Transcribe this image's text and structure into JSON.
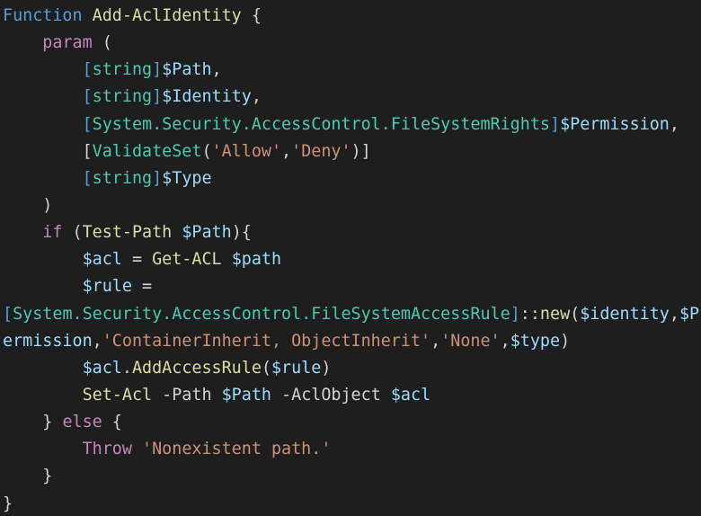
{
  "colors": {
    "background": "#1e1e1e",
    "keyword": "#569cd6",
    "control": "#c586c0",
    "function_name": "#dcdcaa",
    "type": "#4ec9b0",
    "type_bracket": "#569cd6",
    "variable": "#9cdcfe",
    "string": "#ce9178",
    "text": "#d4d4d4"
  },
  "code": {
    "lines": [
      {
        "tokens": [
          {
            "text": "Function",
            "kind": "keyword"
          },
          {
            "text": " ",
            "kind": "text"
          },
          {
            "text": "Add-AclIdentity",
            "kind": "function_name"
          },
          {
            "text": " {",
            "kind": "text"
          }
        ]
      },
      {
        "tokens": [
          {
            "text": "    ",
            "kind": "text"
          },
          {
            "text": "param",
            "kind": "control"
          },
          {
            "text": " (",
            "kind": "text"
          }
        ]
      },
      {
        "tokens": [
          {
            "text": "        ",
            "kind": "text"
          },
          {
            "text": "[",
            "kind": "type_bracket"
          },
          {
            "text": "string",
            "kind": "type"
          },
          {
            "text": "]",
            "kind": "type_bracket"
          },
          {
            "text": "$Path",
            "kind": "variable"
          },
          {
            "text": ",",
            "kind": "text"
          }
        ]
      },
      {
        "tokens": [
          {
            "text": "        ",
            "kind": "text"
          },
          {
            "text": "[",
            "kind": "type_bracket"
          },
          {
            "text": "string",
            "kind": "type"
          },
          {
            "text": "]",
            "kind": "type_bracket"
          },
          {
            "text": "$Identity",
            "kind": "variable"
          },
          {
            "text": ",",
            "kind": "text"
          }
        ]
      },
      {
        "tokens": [
          {
            "text": "        ",
            "kind": "text"
          },
          {
            "text": "[",
            "kind": "type_bracket"
          },
          {
            "text": "System.Security.AccessControl.FileSystemRights",
            "kind": "type"
          },
          {
            "text": "]",
            "kind": "type_bracket"
          },
          {
            "text": "$Permission",
            "kind": "variable"
          },
          {
            "text": ",",
            "kind": "text"
          }
        ]
      },
      {
        "tokens": [
          {
            "text": "        ",
            "kind": "text"
          },
          {
            "text": "[",
            "kind": "text"
          },
          {
            "text": "ValidateSet",
            "kind": "type"
          },
          {
            "text": "(",
            "kind": "text"
          },
          {
            "text": "'Allow'",
            "kind": "string"
          },
          {
            "text": ",",
            "kind": "text"
          },
          {
            "text": "'Deny'",
            "kind": "string"
          },
          {
            "text": ")]",
            "kind": "text"
          }
        ]
      },
      {
        "tokens": [
          {
            "text": "        ",
            "kind": "text"
          },
          {
            "text": "[",
            "kind": "type_bracket"
          },
          {
            "text": "string",
            "kind": "type"
          },
          {
            "text": "]",
            "kind": "type_bracket"
          },
          {
            "text": "$Type",
            "kind": "variable"
          }
        ]
      },
      {
        "tokens": [
          {
            "text": "    )",
            "kind": "text"
          }
        ]
      },
      {
        "tokens": [
          {
            "text": "    ",
            "kind": "text"
          },
          {
            "text": "if",
            "kind": "control"
          },
          {
            "text": " (",
            "kind": "text"
          },
          {
            "text": "Test-Path",
            "kind": "function_name"
          },
          {
            "text": " ",
            "kind": "text"
          },
          {
            "text": "$Path",
            "kind": "variable"
          },
          {
            "text": "){",
            "kind": "text"
          }
        ]
      },
      {
        "tokens": [
          {
            "text": "        ",
            "kind": "text"
          },
          {
            "text": "$acl",
            "kind": "variable"
          },
          {
            "text": " = ",
            "kind": "text"
          },
          {
            "text": "Get-ACL",
            "kind": "function_name"
          },
          {
            "text": " ",
            "kind": "text"
          },
          {
            "text": "$path",
            "kind": "variable"
          }
        ]
      },
      {
        "tokens": [
          {
            "text": "        ",
            "kind": "text"
          },
          {
            "text": "$rule",
            "kind": "variable"
          },
          {
            "text": " =",
            "kind": "text"
          }
        ]
      },
      {
        "tokens": [
          {
            "text": "[",
            "kind": "type_bracket"
          },
          {
            "text": "System.Security.AccessControl.FileSystemAccessRule",
            "kind": "type"
          },
          {
            "text": "]",
            "kind": "type_bracket"
          },
          {
            "text": "::",
            "kind": "text"
          },
          {
            "text": "new",
            "kind": "function_name"
          },
          {
            "text": "(",
            "kind": "text"
          },
          {
            "text": "$identity",
            "kind": "variable"
          },
          {
            "text": ",",
            "kind": "text"
          },
          {
            "text": "$P",
            "kind": "variable"
          }
        ]
      },
      {
        "tokens": [
          {
            "text": "ermission",
            "kind": "variable"
          },
          {
            "text": ",",
            "kind": "text"
          },
          {
            "text": "'ContainerInherit, ObjectInherit'",
            "kind": "string"
          },
          {
            "text": ",",
            "kind": "text"
          },
          {
            "text": "'None'",
            "kind": "string"
          },
          {
            "text": ",",
            "kind": "text"
          },
          {
            "text": "$type",
            "kind": "variable"
          },
          {
            "text": ")",
            "kind": "text"
          }
        ]
      },
      {
        "tokens": [
          {
            "text": "        ",
            "kind": "text"
          },
          {
            "text": "$acl",
            "kind": "variable"
          },
          {
            "text": ".",
            "kind": "text"
          },
          {
            "text": "AddAccessRule",
            "kind": "function_name"
          },
          {
            "text": "(",
            "kind": "text"
          },
          {
            "text": "$rule",
            "kind": "variable"
          },
          {
            "text": ")",
            "kind": "text"
          }
        ]
      },
      {
        "tokens": [
          {
            "text": "        ",
            "kind": "text"
          },
          {
            "text": "Set-Acl",
            "kind": "function_name"
          },
          {
            "text": " -Path ",
            "kind": "text"
          },
          {
            "text": "$Path",
            "kind": "variable"
          },
          {
            "text": " -AclObject ",
            "kind": "text"
          },
          {
            "text": "$acl",
            "kind": "variable"
          }
        ]
      },
      {
        "tokens": [
          {
            "text": "    } ",
            "kind": "text"
          },
          {
            "text": "else",
            "kind": "control"
          },
          {
            "text": " {",
            "kind": "text"
          }
        ]
      },
      {
        "tokens": [
          {
            "text": "        ",
            "kind": "text"
          },
          {
            "text": "Throw",
            "kind": "control"
          },
          {
            "text": " ",
            "kind": "text"
          },
          {
            "text": "'Nonexistent path.'",
            "kind": "string"
          }
        ]
      },
      {
        "tokens": [
          {
            "text": "    }",
            "kind": "text"
          }
        ]
      },
      {
        "tokens": [
          {
            "text": "}",
            "kind": "text"
          }
        ]
      }
    ]
  }
}
